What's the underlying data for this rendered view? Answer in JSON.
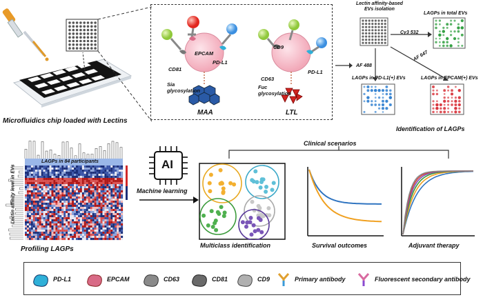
{
  "top": {
    "chip_caption": "Microfluidics chip loaded with Lectins",
    "maa_panel": {
      "markers": [
        "EPCAM",
        "PD-L1",
        "CD81"
      ],
      "glyco_label": "Sia\nglycosylation",
      "lectin": "MAA"
    },
    "ltl_panel": {
      "markers": [
        "CD9",
        "PD-L1",
        "CD63"
      ],
      "glyco_label": "Fuc\nglycosylation",
      "lectin": "LTL"
    },
    "isolation_title": "Lectin affinity-based\nEVs isolation",
    "total_title": "LAGPs in total EVs",
    "pdl1_title": "LAGPs in PD-L1(+) EVs",
    "epcam_title": "LAGPs in EPCAM(+) EVs",
    "dye_cy3": "Cy3 532",
    "dye_af488": "AF 488",
    "dye_af647": "AF 647",
    "identification": "Identification of LAGPs",
    "colors": {
      "green": "#2e9e3e",
      "blue": "#2f7fd0",
      "red": "#d8323a"
    }
  },
  "bottom": {
    "heatmap_title": "LAGPs in 84 participants",
    "heatmap_ylabel": "Lectin affinity level in EVs",
    "profiling": "Profiling LAGPs",
    "ai_label": "AI",
    "machine_learning": "Machine learning",
    "clinical_scenarios": "Clinical scenarios",
    "multiclass": "Multiclass identification",
    "survival": "Survival outcomes",
    "adjuvant": "Adjuvant therapy"
  },
  "legend": {
    "items": [
      {
        "label": "PD-L1",
        "icon": "pdl1-icon"
      },
      {
        "label": "EPCAM",
        "icon": "epcam-icon"
      },
      {
        "label": "CD63",
        "icon": "cd63-icon"
      },
      {
        "label": "CD81",
        "icon": "cd81-icon"
      },
      {
        "label": "CD9",
        "icon": "cd9-icon"
      },
      {
        "label": "Primary antibody",
        "icon": "primary-antibody-icon"
      },
      {
        "label": "Fluorescent secondary antibody",
        "icon": "fluorescent-secondary-antibody-icon"
      }
    ]
  }
}
